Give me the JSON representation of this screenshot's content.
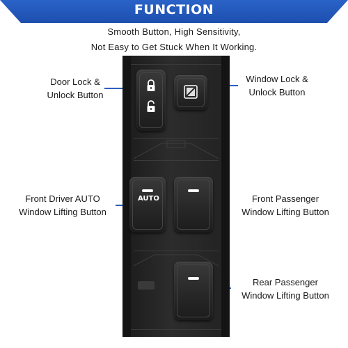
{
  "banner": {
    "title": "FUNCTION"
  },
  "intro": {
    "line1": "Smooth Button, High Sensitivity,",
    "line2": "Not Easy to Get Stuck When It Working."
  },
  "labels": {
    "door_lock": {
      "line1": "Door Lock &",
      "line2": "Unlock Button"
    },
    "window_lock": {
      "line1": "Window Lock &",
      "line2": "Unlock Button"
    },
    "front_driver": {
      "line1": "Front Driver AUTO",
      "line2": "Window Lifting Button"
    },
    "front_passenger": {
      "line1": "Front Passenger",
      "line2": "Window Lifting Button"
    },
    "rear_passenger": {
      "line1": "Rear Passenger",
      "line2": "Window Lifting Button"
    }
  },
  "switch": {
    "auto_label": "AUTO"
  },
  "colors": {
    "banner": "#1d4fae",
    "leader": "#2f5fbf",
    "panel": "#222222"
  },
  "icons": [
    "lock-closed-icon",
    "lock-open-icon",
    "window-lock-icon"
  ]
}
